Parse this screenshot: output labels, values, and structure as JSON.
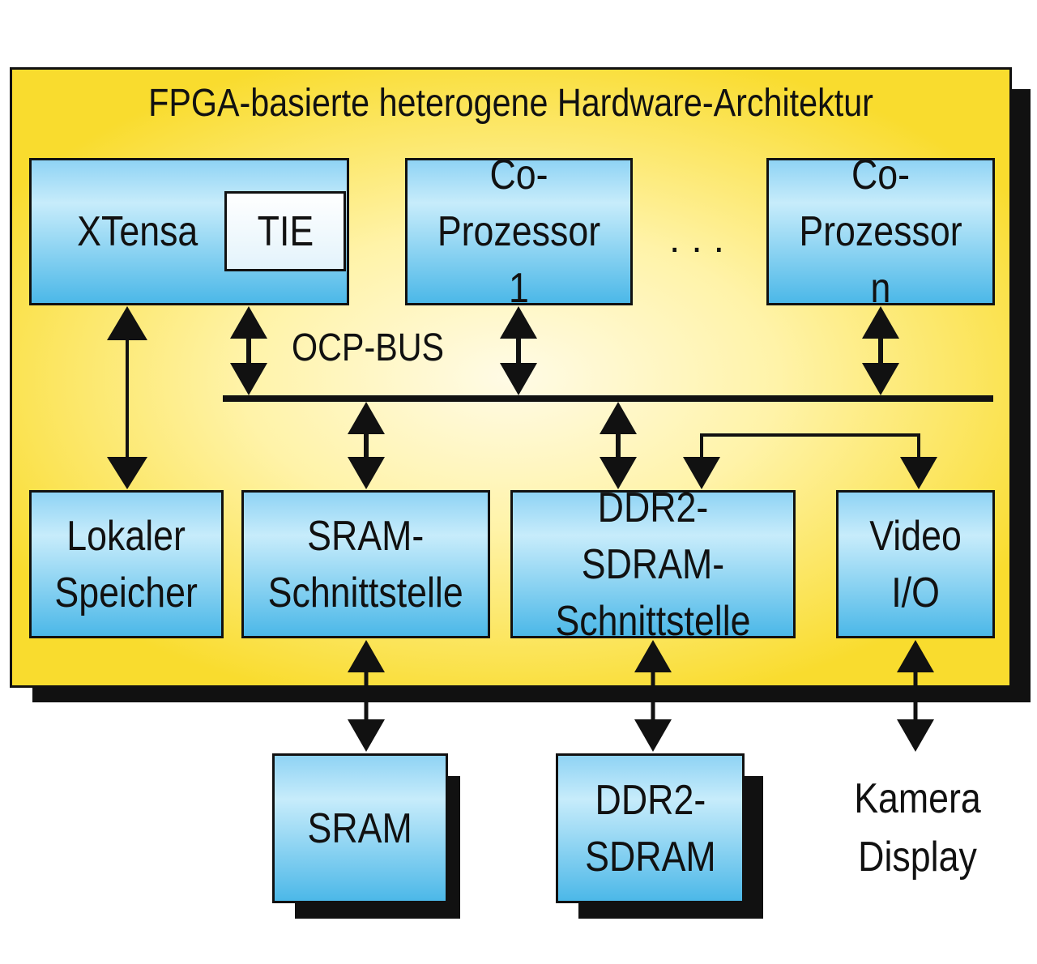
{
  "diagram": {
    "title": "FPGA-basierte heterogene Hardware-Architektur",
    "bus_label": "OCP-BUS",
    "ellipsis": "...",
    "blocks": {
      "xtensa": "XTensa",
      "tie": "TIE",
      "coprozessor_1": "Co-\nProzessor 1",
      "coprozessor_n": "Co-\nProzessor n",
      "lokaler_speicher": "Lokaler\nSpeicher",
      "sram_schnittstelle": "SRAM-\nSchnittstelle",
      "ddr2_schnittstelle": "DDR2-SDRAM-\nSchnittstelle",
      "video_io": "Video\nI/O",
      "sram": "SRAM",
      "ddr2_sdram": "DDR2-\nSDRAM"
    },
    "external": "Kamera\nDisplay"
  },
  "colors": {
    "fpga_background": "#f9dc2e",
    "block_fill": "#4cb8e8",
    "outline": "#111111"
  }
}
